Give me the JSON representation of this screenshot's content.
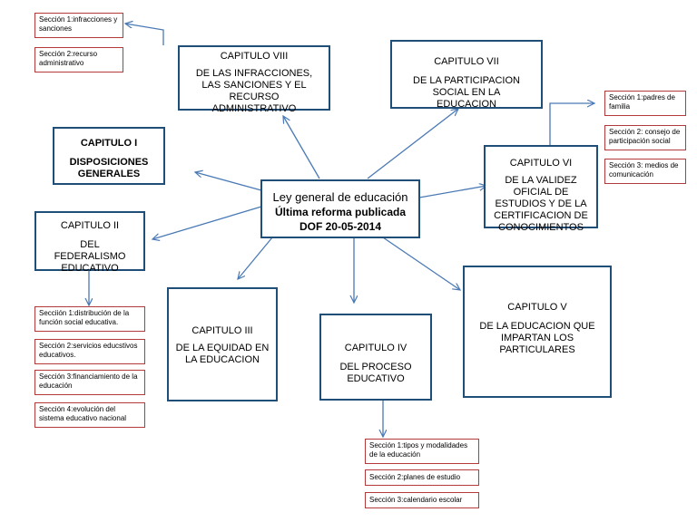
{
  "center": {
    "title": "Ley general de educación",
    "reform": "Última reforma publicada",
    "dof": "DOF 20-05-2014"
  },
  "cap1": {
    "title": "CAPITULO I",
    "subtitle": "DISPOSICIONES GENERALES"
  },
  "cap2": {
    "title": "CAPITULO II",
    "subtitle": "DEL FEDERALISMO EDUCATIVO",
    "sections": [
      "Secciión 1:distribución  de la función social educativa.",
      "Sección 2:servicios educstivos educativos.",
      "Sección 3:financiamiento de la educación",
      "Sección 4:evolución del sistema educativo nacional"
    ]
  },
  "cap3": {
    "title": "CAPITULO III",
    "subtitle": "DE LA EQUIDAD EN LA EDUCACION"
  },
  "cap4": {
    "title": "CAPITULO IV",
    "subtitle": "DEL PROCESO EDUCATIVO",
    "sections": [
      "Sección 1:tipos y modalidades de la educación",
      "Sección 2:planes de estudio",
      "Sección 3:calendario escolar"
    ]
  },
  "cap5": {
    "title": "CAPITULO V",
    "subtitle": "DE LA EDUCACION QUE IMPARTAN LOS PARTICULARES"
  },
  "cap6": {
    "title": "CAPITULO VI",
    "subtitle": "DE LA VALIDEZ OFICIAL DE ESTUDIOS Y DE LA CERTIFICACION DE CONOCIMIENTOS",
    "sections": [
      "Sección 1:padres de familia",
      "Sección 2: consejo de participación social",
      "Sección 3: medios de comunicación"
    ]
  },
  "cap7": {
    "title": "CAPITULO VII",
    "subtitle": "DE LA PARTICIPACION SOCIAL EN LA EDUCACION"
  },
  "cap8": {
    "title": "CAPITULO VIII",
    "subtitle": "DE LAS INFRACCIONES, LAS SANCIONES Y EL RECURSO ADMINISTRATIVO",
    "sections": [
      "Sección 1:infracciones y sanciones",
      "Sección 2:recurso administrativo"
    ]
  },
  "colors": {
    "box_border": "#1f4e79",
    "section_border": "#b33a3a",
    "arrow": "#4a7ab5"
  }
}
